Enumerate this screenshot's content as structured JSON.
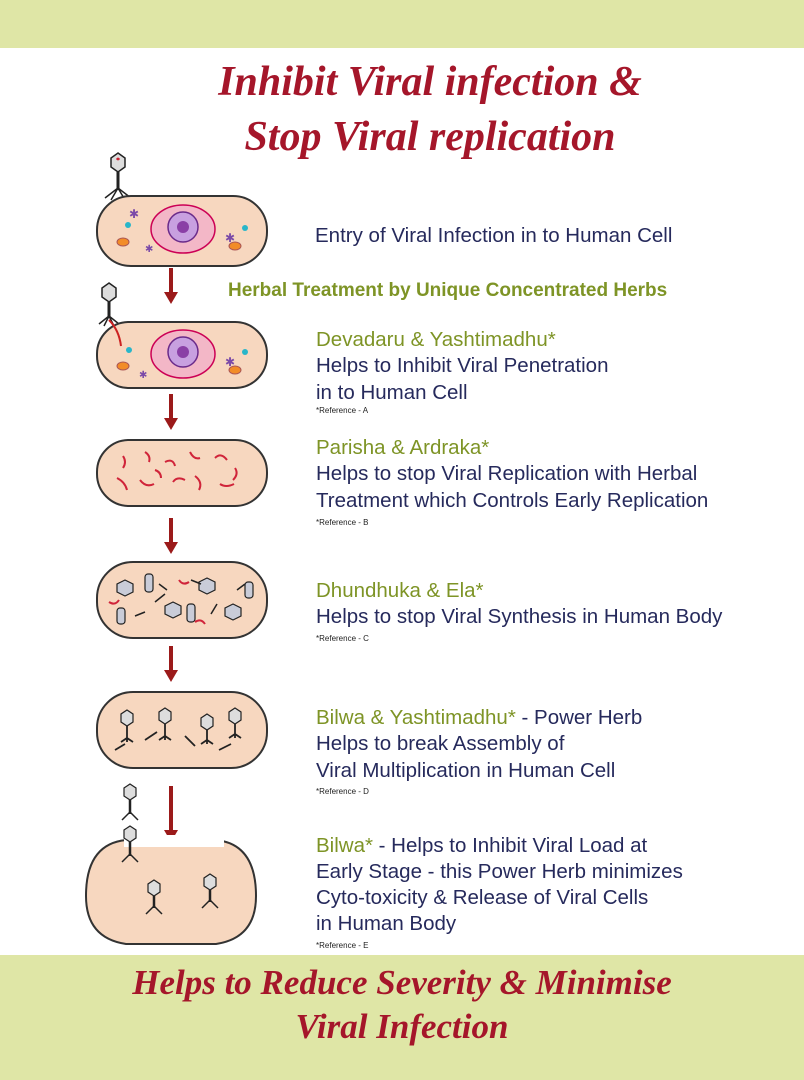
{
  "header": {
    "title_line1": "Inhibit Viral infection &",
    "title_line2": "Stop Viral replication"
  },
  "stage0": {
    "caption": "Entry of Viral Infection in to Human Cell"
  },
  "subheading": "Herbal Treatment by Unique Concentrated Herbs",
  "stage1": {
    "herb": "Devadaru & Yashtimadhu*",
    "line1": "Helps to Inhibit Viral Penetration",
    "line2": "in to Human Cell",
    "ref": "*Reference - A"
  },
  "stage2": {
    "herb": "Parisha & Ardraka*",
    "line1": "Helps to stop Viral Replication with Herbal",
    "line2": "Treatment which Controls Early Replication",
    "ref": "*Reference - B"
  },
  "stage3": {
    "herb": "Dhundhuka & Ela*",
    "line1": "Helps to stop Viral Synthesis in Human Body",
    "ref": "*Reference - C"
  },
  "stage4": {
    "herb": "Bilwa & Yashtimadhu*",
    "herb_suffix": " - Power Herb",
    "line1": "Helps to break Assembly of",
    "line2": "Viral Multiplication in Human Cell",
    "ref": "*Reference - D"
  },
  "stage5": {
    "herb": "Bilwa*",
    "herb_suffix": " - Helps to Inhibit Viral Load at",
    "line1": "Early Stage - this Power Herb minimizes",
    "line2": "Cyto-toxicity & Release of Viral Cells",
    "line3": "in Human Body",
    "ref": "*Reference - E"
  },
  "footer": {
    "line1": "Helps to Reduce Severity & Minimise",
    "line2": "Viral Infection"
  },
  "colors": {
    "band": "#dfe6a6",
    "title_red": "#a5162a",
    "navy": "#262a5c",
    "herb_green": "#7e9426",
    "cell_fill": "#f7d7bf",
    "arrow": "#9b1a1a"
  }
}
